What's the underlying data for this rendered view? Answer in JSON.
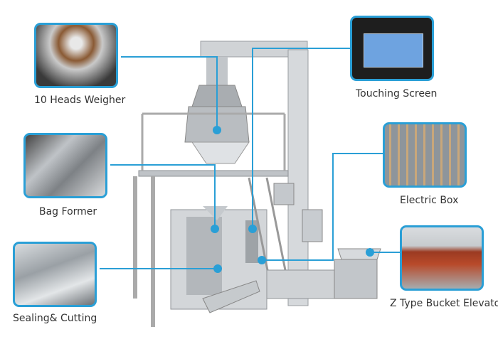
{
  "callouts": [
    {
      "id": "weigher",
      "label": "10 Heads Weigher"
    },
    {
      "id": "bag-former",
      "label": "Bag Former"
    },
    {
      "id": "sealing",
      "label": "Sealing& Cutting"
    },
    {
      "id": "screen",
      "label": "Touching Screen"
    },
    {
      "id": "electric",
      "label": "Electric Box"
    },
    {
      "id": "elevator",
      "label": "Z Type Bucket Elevator"
    }
  ],
  "colors": {
    "accent": "#2a9fd6",
    "steel": "#c9cdd1",
    "label": "#333333"
  }
}
